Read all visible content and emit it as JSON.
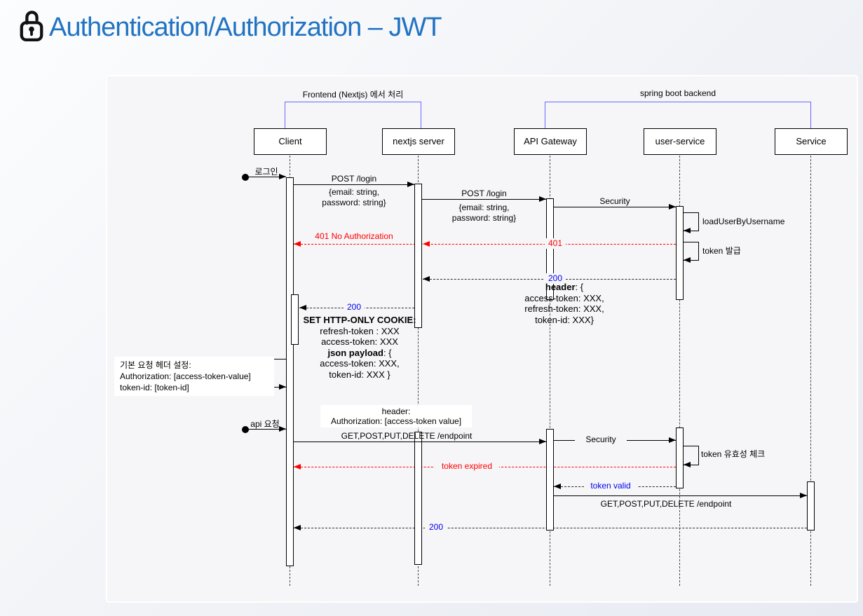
{
  "title": {
    "text": "Authentication/Authorization – JWT"
  },
  "colors": {
    "title_blue": "#2173c2",
    "bracket_blue": "#6666ff",
    "error_red": "#ff0000",
    "status_blue": "#0000ee"
  },
  "groups": {
    "frontend_label": "Frontend (Nextjs) 에서 처리",
    "backend_label": "spring boot backend"
  },
  "actors": [
    {
      "label": "Client"
    },
    {
      "label": "nextjs server"
    },
    {
      "label": "API Gateway"
    },
    {
      "label": "user-service"
    },
    {
      "label": "Service"
    }
  ],
  "flow": {
    "login_trigger": "로그인",
    "api_trigger": "api 요청",
    "post_login": "POST /login",
    "login_body": "{email: string,\npassword: string}",
    "security": "Security",
    "load_user": "loadUserByUsername",
    "issue_token": "token 발급",
    "err_401_full": "401 No Authorization",
    "err_401": "401",
    "ok_200": "200",
    "resp_header_bold": "header",
    "resp_header_rest": ": {",
    "resp_header_lines": "access-token: XXX,\nrefresh-token: XXX,\ntoken-id: XXX}",
    "cookie_title": "SET HTTP-ONLY COOKIE:",
    "cookie_line1": "refresh-token : XXX",
    "cookie_line2": "access-token: XXX",
    "cookie_bold": "json payload",
    "cookie_bold_rest": ": {",
    "cookie_line4": "access-token: XXX,",
    "cookie_line5": "token-id: XXX }",
    "default_header_note": "기본 요청 헤더 설정:\nAuthorization:  [access-token-value]\ntoken-id: [token-id]",
    "api_header_note": "header:\nAuthorization: [access-token value]",
    "endpoint_call": "GET,POST,PUT,DELETE /endpoint",
    "token_check": "token 유효성 체크",
    "token_expired": "token expired",
    "token_valid": "token valid"
  }
}
